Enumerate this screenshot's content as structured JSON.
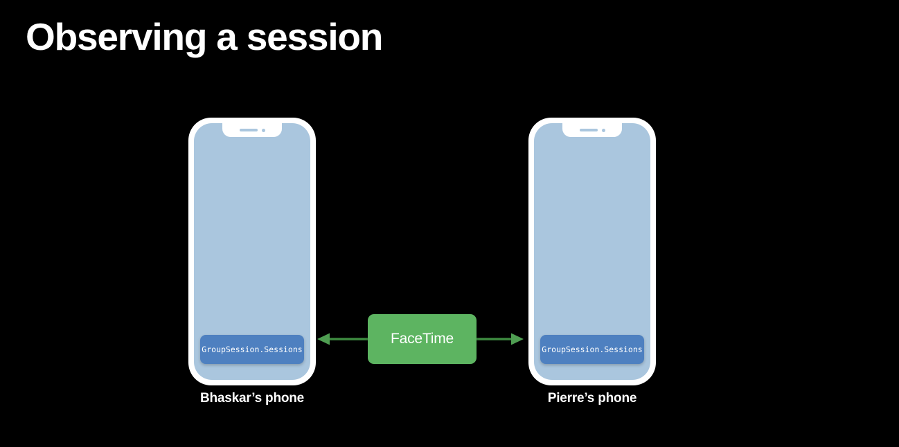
{
  "slide": {
    "title": "Observing a session",
    "background_color": "#000000",
    "title_color": "#ffffff"
  },
  "diagram": {
    "type": "two-device-connection",
    "colors": {
      "phone_frame": "#ffffff",
      "phone_screen": "#aac6de",
      "badge": "#4e80c0",
      "connector_box": "#5db461",
      "arrow": "#3d8b40"
    },
    "devices": [
      {
        "id": "bhaskar-phone",
        "caption": "Bhaskar’s phone",
        "screen_badge": "GroupSession.Sessions",
        "notch_icons": [
          "speaker-slot",
          "front-camera-dot"
        ]
      },
      {
        "id": "pierre-phone",
        "caption": "Pierre’s phone",
        "screen_badge": "GroupSession.Sessions",
        "notch_icons": [
          "speaker-slot",
          "front-camera-dot"
        ]
      }
    ],
    "connector": {
      "label": "FaceTime",
      "arrow_left": "arrow-left-icon",
      "arrow_right": "arrow-right-icon",
      "direction": "bidirectional"
    }
  }
}
